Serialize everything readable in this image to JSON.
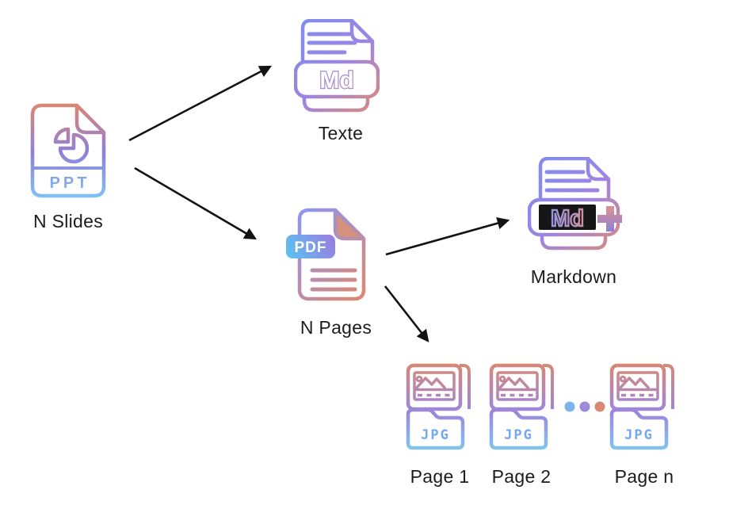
{
  "diagram": {
    "source": {
      "icon": "ppt-file-icon",
      "badge": "PPT",
      "label": "N Slides"
    },
    "texte": {
      "icon": "md-file-icon",
      "badge": "Md",
      "label": "Texte"
    },
    "pdf": {
      "icon": "pdf-file-icon",
      "badge": "PDF",
      "label": "N Pages"
    },
    "markdown": {
      "icon": "md-plus-file-icon",
      "badge": "Md",
      "plus": "+",
      "label": "Markdown"
    },
    "pages": [
      {
        "icon": "jpg-file-icon",
        "badge": "JPG",
        "label": "Page 1"
      },
      {
        "icon": "jpg-file-icon",
        "badge": "JPG",
        "label": "Page 2"
      },
      {
        "icon": "jpg-file-icon",
        "badge": "JPG",
        "label": "Page n"
      }
    ],
    "ellipsis_colors": [
      "#7fb3ec",
      "#9b8bdc",
      "#d98874"
    ],
    "colors": {
      "salmon": "#d98874",
      "periwinkle": "#7d8ef0",
      "purple": "#8f7fd9",
      "sky_blue": "#7fc8f0",
      "pdf_badge_start": "#58c5f2",
      "pdf_badge_end": "#9c7be0",
      "md_plate_black": "#161616",
      "arrow_black": "#131313",
      "label_text": "#1c1c1e",
      "background": "#ffffff"
    }
  }
}
